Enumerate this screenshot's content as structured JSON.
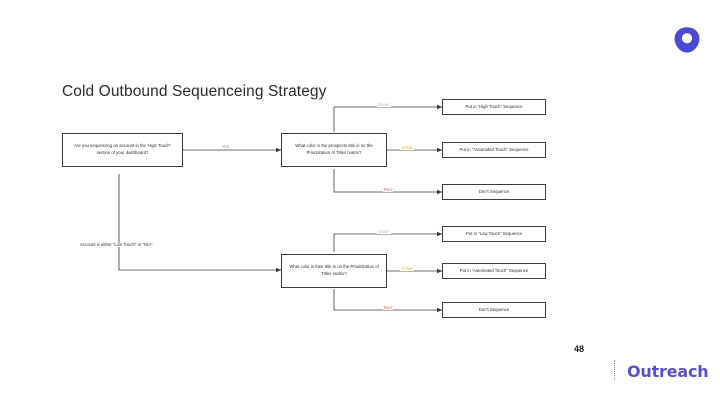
{
  "slide": {
    "title": "Cold Outbound Sequenceing Strategy",
    "page_number": "48",
    "brand_name": "Outreach",
    "brand_color": "#5951c8",
    "logo_icon": "outreach-shield-icon"
  },
  "flowchart": {
    "nodes": {
      "start_question": "Are you sequencing on account in the ‘High Touch” section of your dashboard?",
      "top_decision": "What color is the prospects title in on the Prioritization of Titles matrix?",
      "bottom_decision": "What color is their title in on the Prioritization of Titles matrix?",
      "top_outcome_green": "Put in “High Touch” Sequence",
      "top_outcome_yellow": "Put in “Automated Touch” Sequence",
      "top_outcome_red": "Don’t Sequence",
      "bottom_outcome_green": "Put in “Low Touch” Sequence",
      "bottom_outcome_yellow": "Put in ‘Automated Touch” Sequence",
      "bottom_outcome_red": "Don’t Sequence"
    },
    "edges": {
      "yes": "Yes",
      "no_path": "Account is either “Low Touch” or “N/A”",
      "top_green": "Green",
      "top_yellow": "Yellow",
      "top_red": "Red",
      "bottom_green": "Green",
      "bottom_yellow": "Yellow",
      "bottom_red": "Red"
    },
    "colors": {
      "green": "#9fcf9a",
      "yellow": "#e8b84b",
      "red": "#e06464",
      "line": "#3b3b3b",
      "muted": "#8f8f8f"
    }
  }
}
